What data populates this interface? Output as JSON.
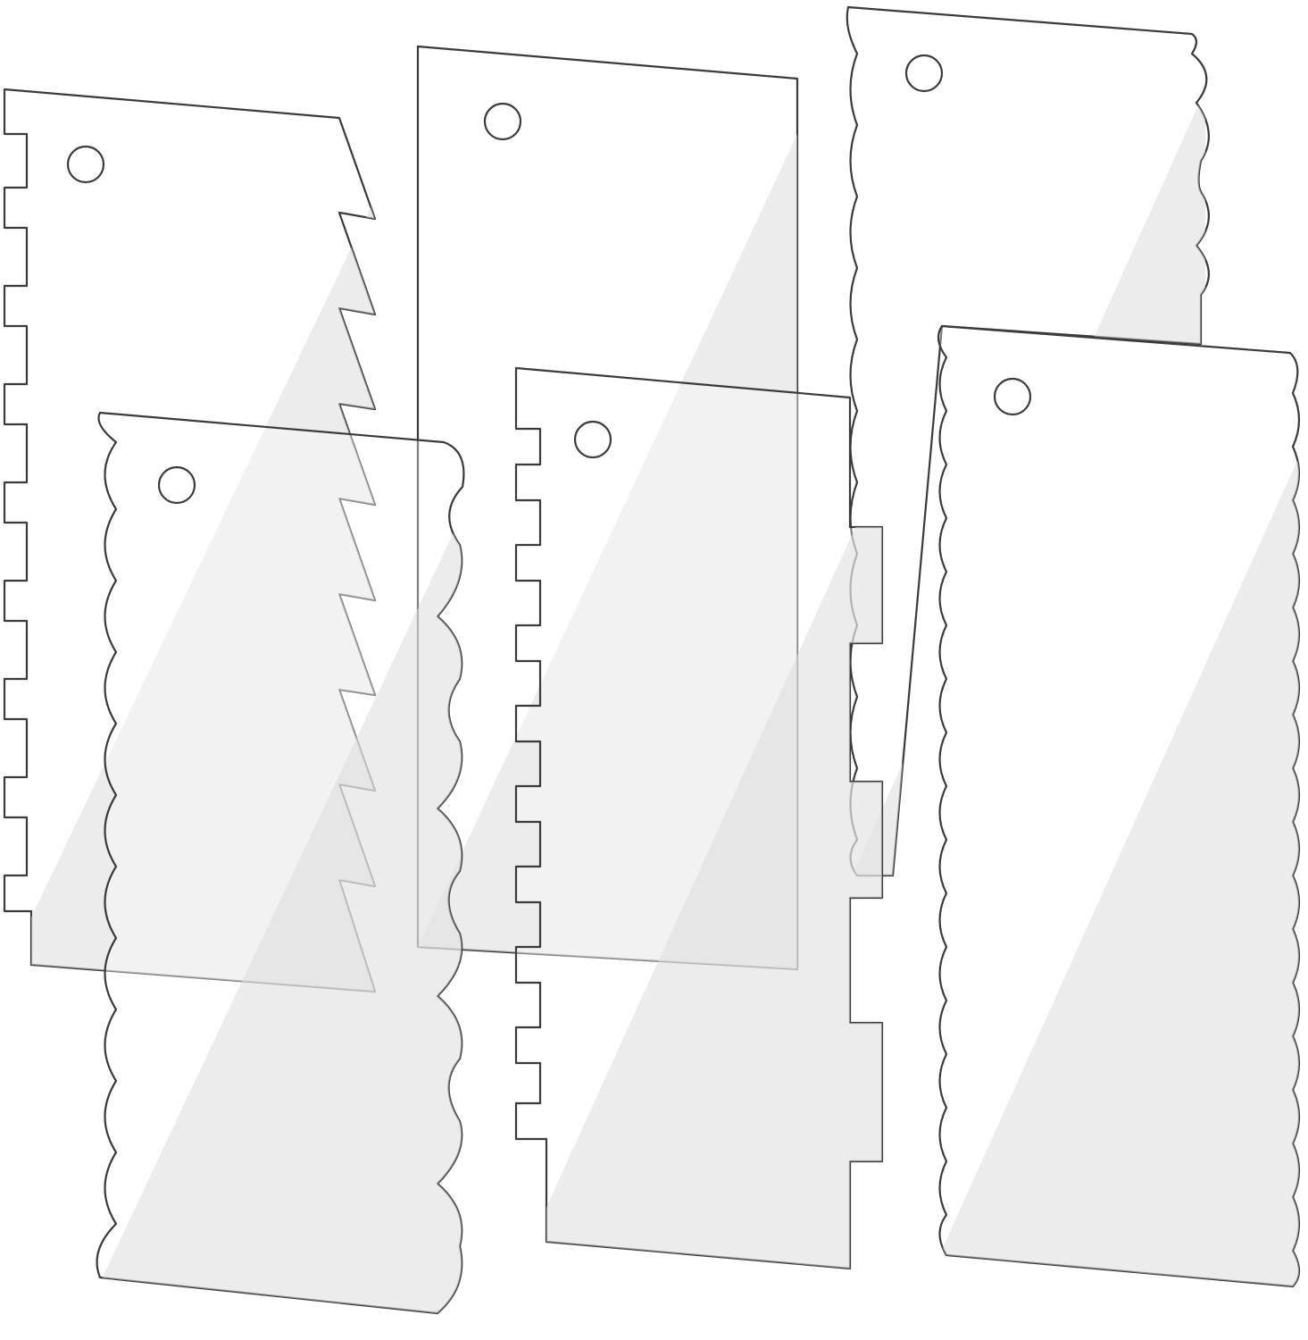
{
  "scene": {
    "subject": "clear-acrylic-cake-scrapers",
    "background_color": "#ffffff",
    "outline_color": "#3a3a3a",
    "sheen_color": "#dcdcdc"
  },
  "scrapers": [
    {
      "name": "zigzag-and-comb-scraper",
      "edges": [
        "square-teeth",
        "zigzag"
      ]
    },
    {
      "name": "plain-scraper",
      "edges": [
        "straight",
        "straight"
      ]
    },
    {
      "name": "wave-and-scallop-scraper",
      "edges": [
        "small-scallop",
        "large-scallop"
      ]
    },
    {
      "name": "scallop-scraper",
      "edges": [
        "medium-scallop",
        "large-scallop"
      ]
    },
    {
      "name": "notched-comb-scraper",
      "edges": [
        "comb-teeth",
        "wide-notches"
      ]
    },
    {
      "name": "fine-wave-scraper",
      "edges": [
        "fine-scallop",
        "fine-scallop"
      ]
    }
  ]
}
